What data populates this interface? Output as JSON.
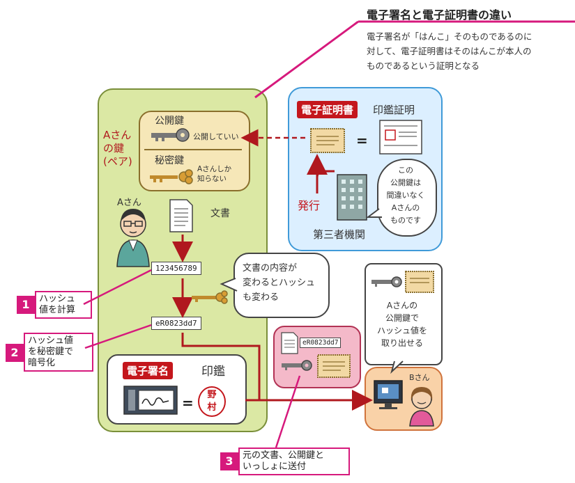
{
  "header": {
    "title": "電子署名と電子証明書の違い",
    "description_lines": [
      "電子署名が「はんこ」そのものであるのに",
      "対して、電子証明書はそのはんこが本人の",
      "ものであるという証明となる"
    ]
  },
  "panel_a": {
    "label_lines": [
      "Aさん",
      "の鍵",
      "(ペア)"
    ],
    "public_key_title": "公開鍵",
    "public_key_note": "公開していい",
    "private_key_title": "秘密鍵",
    "private_key_note_lines": [
      "Aさんしか",
      "知らない"
    ],
    "person_label": "Aさん",
    "document_label": "文書",
    "hash_input": "123456789",
    "hash_value": "eR0823dd7",
    "signature_label": "電子署名",
    "seal_label": "印鑑",
    "seal_chars": [
      "野",
      "村"
    ]
  },
  "speech_hash": {
    "lines": [
      "文書の内容が",
      "変わるとハッシュ",
      "も変わる"
    ]
  },
  "cert_panel": {
    "cert_label": "電子証明書",
    "seal_cert_label": "印鑑証明",
    "issue_label": "発行",
    "third_party_label": "第三者機関",
    "bubble_lines": [
      "この",
      "公開鍵は",
      "間違いなく",
      "Aさんの",
      "ものです"
    ],
    "equals": "="
  },
  "send_bubble": {
    "hash_value": "eR0823dd7"
  },
  "b_side": {
    "card_lines": [
      "Aさんの",
      "公開鍵で",
      "ハッシュ値を",
      "取り出せる"
    ],
    "person_label": "Bさん"
  },
  "steps": [
    {
      "num": "1",
      "lines": [
        "ハッシュ",
        "値を計算"
      ]
    },
    {
      "num": "2",
      "lines": [
        "ハッシュ値",
        "を秘密鍵で",
        "暗号化"
      ]
    },
    {
      "num": "3",
      "lines": [
        "元の文書、公開鍵と",
        "いっしょに送付"
      ]
    }
  ],
  "equals": "=",
  "colors": {
    "panel_green": "#dbe8a4",
    "panel_blue": "#dcefff",
    "label_red": "#c4161c",
    "step_magenta": "#d6197c",
    "arrow_red": "#b0181e"
  }
}
